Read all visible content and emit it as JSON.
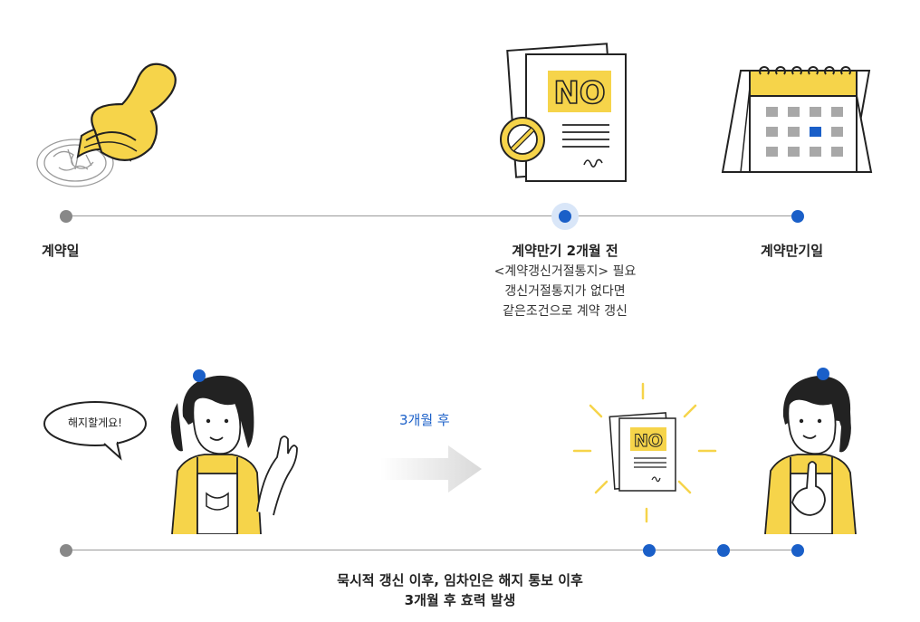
{
  "top_timeline": {
    "start_label": "계약일",
    "middle": {
      "title": "계약만기 2개월 전",
      "lines": [
        "<계약갱신거절통지> 필요",
        "갱신거절통지가 없다면",
        "같은조건으로 계약 갱신"
      ],
      "doc_text": "NO"
    },
    "end_label": "계약만기일"
  },
  "bottom_timeline": {
    "speech": "해지할게요!",
    "arrow_label": "3개월 후",
    "doc_text": "NO",
    "caption_lines": [
      "묵시적 갱신 이후, 임차인은 해지 통보 이후",
      "3개월 후 효력 발생"
    ]
  },
  "colors": {
    "accent_blue": "#1a5fc8",
    "yellow": "#f6d44a",
    "gray_dot": "#888888",
    "line": "#999999",
    "calendar_square": "#a8a8a8"
  }
}
